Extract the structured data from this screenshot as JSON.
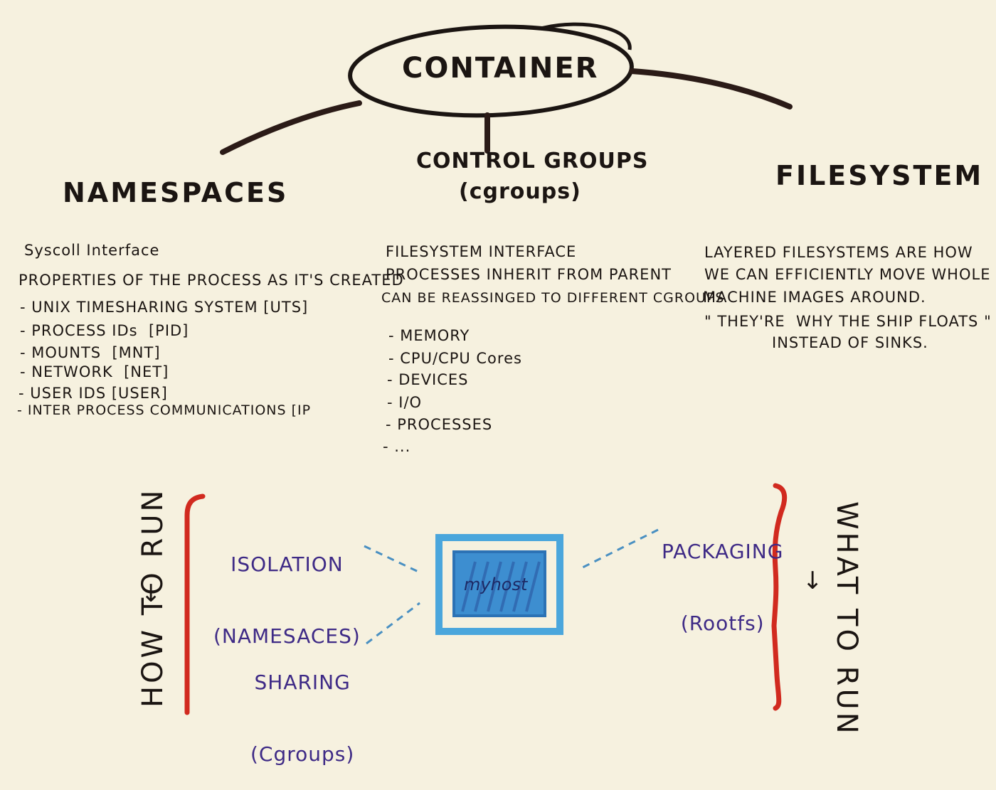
{
  "root": {
    "label": "CONTAINER"
  },
  "branches": [
    {
      "heading": "NAMESPACES",
      "lines": [
        "Syscoll Interface",
        "PROPERTIES OF THE PROCESS AS IT'S CREATED",
        "- UNIX TIMESHARING SYSTEM [UTS]",
        "- PROCESS IDs  [PID]",
        "- MOUNTS  [MNT]",
        "- NETWORK  [NET]",
        "- USER IDS [USER]",
        "- INTER PROCESS COMMUNICATIONS [IP"
      ]
    },
    {
      "heading_line1": "CONTROL GROUPS",
      "heading_line2": "(cgroups)",
      "lines": [
        "FILESYSTEM INTERFACE",
        "PROCESSES INHERIT FROM PARENT",
        "CAN BE REASSINGED TO DIFFERENT CGROUPS",
        "- MEMORY",
        "- CPU/CPU Cores",
        "- DEVICES",
        "- I/O",
        "- PROCESSES",
        "- ..."
      ]
    },
    {
      "heading": "FILESYSTEM",
      "lines": [
        "LAYERED FILESYSTEMS ARE HOW",
        "WE CAN EFFICIENTLY MOVE WHOLE",
        "MACHINE IMAGES AROUND.",
        "\" THEY'RE  WHY THE SHIP FLOATS \"",
        "INSTEAD OF SINKS."
      ]
    }
  ],
  "bottom": {
    "left_side": "HOW TO RUN",
    "right_side": "WHAT TO RUN",
    "down_arrow": "↓",
    "isolation": {
      "line1": "ISOLATION",
      "line2": "(NAMESACES)"
    },
    "sharing": {
      "line1": "SHARING",
      "line2": "(Cgroups)"
    },
    "packaging": {
      "line1": "PACKAGING",
      "line2": "(Rootfs)"
    },
    "host": "myhost"
  },
  "colors": {
    "ink": "#1b1512",
    "branch": "#2b1b17",
    "bracket": "#d12a1f",
    "purple": "#3e2a86",
    "box_outer": "#4aa6dc",
    "box_inner": "#3d8ed0",
    "dashed": "#4a90c2"
  }
}
